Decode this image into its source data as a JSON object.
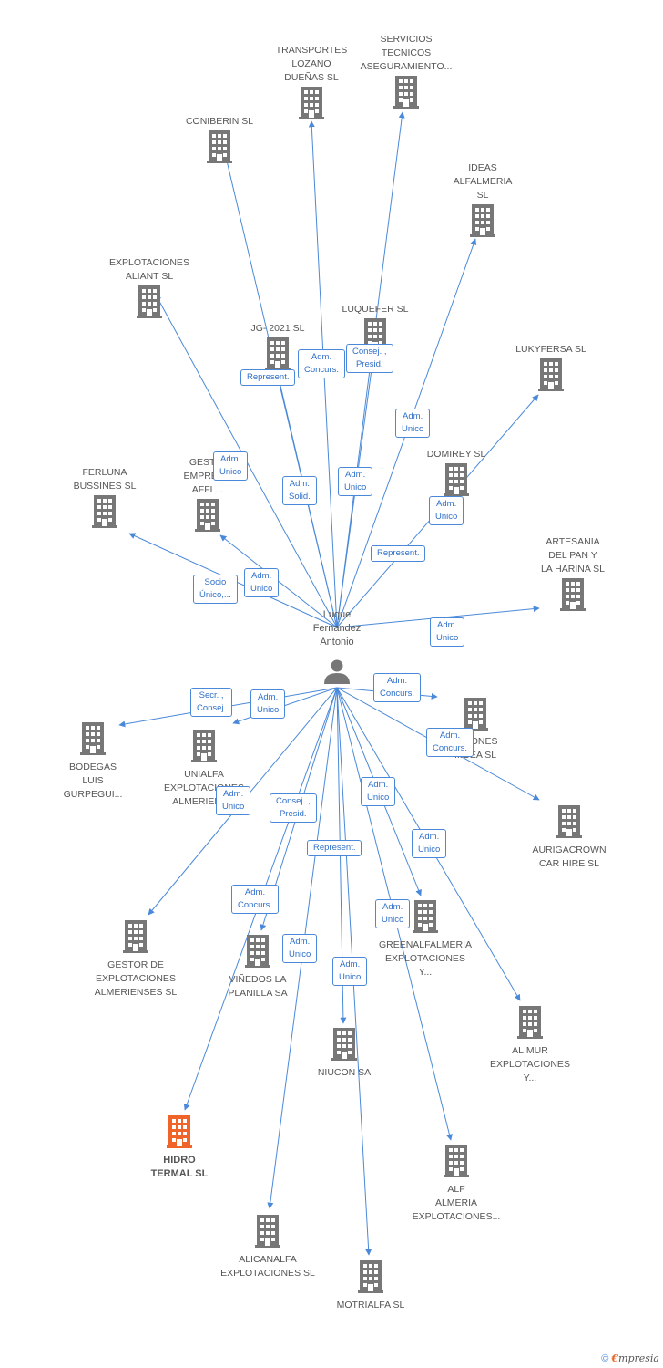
{
  "person": {
    "name": "Luque\nFernandez\nAntonio"
  },
  "colors": {
    "edge": "#4a89d9",
    "building": "#777777",
    "highlight": "#f0642a"
  },
  "companies": [
    {
      "id": "transportes",
      "label": "TRANSPORTES\nLOZANO\nDUEÑAS SL"
    },
    {
      "id": "servicios",
      "label": "SERVICIOS\nTECNICOS\nASEGURAMIENTO..."
    },
    {
      "id": "coniberin",
      "label": "CONIBERIN SL"
    },
    {
      "id": "ideas",
      "label": "IDEAS\nALFALMERIA\nSL"
    },
    {
      "id": "aliant",
      "label": "EXPLOTACIONES\nALIANT SL"
    },
    {
      "id": "luquefer",
      "label": "LUQUEFER SL"
    },
    {
      "id": "jg2021",
      "label": "JG- 2021  SL"
    },
    {
      "id": "lukyfersa",
      "label": "LUKYFERSA SL"
    },
    {
      "id": "ferluna",
      "label": "FERLUNA\nBUSSINES  SL"
    },
    {
      "id": "gestion",
      "label": "GESTI...\nEMPRES...\nAFFL..."
    },
    {
      "id": "domirey",
      "label": "DOMIREY SL"
    },
    {
      "id": "artesania",
      "label": "ARTESANIA\nDEL PAN Y\nLA HARINA SL"
    },
    {
      "id": "bodegas",
      "label": "BODEGAS\nLUIS\nGURPEGUI..."
    },
    {
      "id": "unialfa",
      "label": "UNIALFA\nEXPLOTACIONES\nALMERIENS..."
    },
    {
      "id": "gea",
      "label": "...CIONES\n...GEA SL"
    },
    {
      "id": "aurigacrown",
      "label": "AURIGACROWN\nCAR HIRE SL"
    },
    {
      "id": "gestor",
      "label": "GESTOR DE\nEXPLOTACIONES\nALMERIENSES SL"
    },
    {
      "id": "vinedos",
      "label": "VIÑEDOS LA\nPLANILLA SA"
    },
    {
      "id": "greenalfa",
      "label": "GREENALFALMERIA\nEXPLOTACIONES\nY..."
    },
    {
      "id": "alimur",
      "label": "ALIMUR\nEXPLOTACIONES\nY..."
    },
    {
      "id": "niucon",
      "label": "NIUCON SA"
    },
    {
      "id": "hidro",
      "label": "HIDRO\nTERMAL SL",
      "highlight": true
    },
    {
      "id": "alfalmeria",
      "label": "ALF\nALMERIA\nEXPLOTACIONES..."
    },
    {
      "id": "alicanalfa",
      "label": "ALICANALFA\nEXPLOTACIONES SL"
    },
    {
      "id": "motrialfa",
      "label": "MOTRIALFA SL"
    }
  ],
  "roles": [
    {
      "id": "r_adm_concurs_1",
      "text": "Adm.\nConcurs."
    },
    {
      "id": "r_consej_presid_1",
      "text": "Consej. ,\nPresid."
    },
    {
      "id": "r_represent_1",
      "text": "Represent."
    },
    {
      "id": "r_adm_unico_1",
      "text": "Adm.\nUnico"
    },
    {
      "id": "r_adm_unico_2",
      "text": "Adm.\nUnico"
    },
    {
      "id": "r_adm_solid",
      "text": "Adm.\nSolid."
    },
    {
      "id": "r_adm_unico_3",
      "text": "Adm.\nUnico"
    },
    {
      "id": "r_adm_unico_4",
      "text": "Adm.\nUnico"
    },
    {
      "id": "r_represent_2",
      "text": "Represent."
    },
    {
      "id": "r_socio_unico",
      "text": "Socio\nÚnico,..."
    },
    {
      "id": "r_adm_unico_5",
      "text": "Adm.\nUnico"
    },
    {
      "id": "r_adm_unico_6",
      "text": "Adm.\nUnico"
    },
    {
      "id": "r_secr_consej",
      "text": "Secr. ,\nConsej."
    },
    {
      "id": "r_adm_unico_7",
      "text": "Adm.\nUnico"
    },
    {
      "id": "r_adm_concurs_2",
      "text": "Adm.\nConcurs."
    },
    {
      "id": "r_adm_concurs_3",
      "text": "Adm.\nConcurs."
    },
    {
      "id": "r_adm_unico_8",
      "text": "Adm.\nUnico"
    },
    {
      "id": "r_consej_presid_2",
      "text": "Consej. ,\nPresid."
    },
    {
      "id": "r_adm_unico_9",
      "text": "Adm.\nUnico"
    },
    {
      "id": "r_represent_3",
      "text": "Represent."
    },
    {
      "id": "r_adm_unico_10",
      "text": "Adm.\nUnico"
    },
    {
      "id": "r_adm_concurs_4",
      "text": "Adm.\nConcurs."
    },
    {
      "id": "r_adm_unico_11",
      "text": "Adm.\nUnico"
    },
    {
      "id": "r_adm_unico_12",
      "text": "Adm.\nUnico"
    },
    {
      "id": "r_adm_unico_13",
      "text": "Adm.\nUnico"
    }
  ],
  "footer": {
    "copyright": "©",
    "brand_e": "€",
    "brand_rest": "mpresia"
  }
}
